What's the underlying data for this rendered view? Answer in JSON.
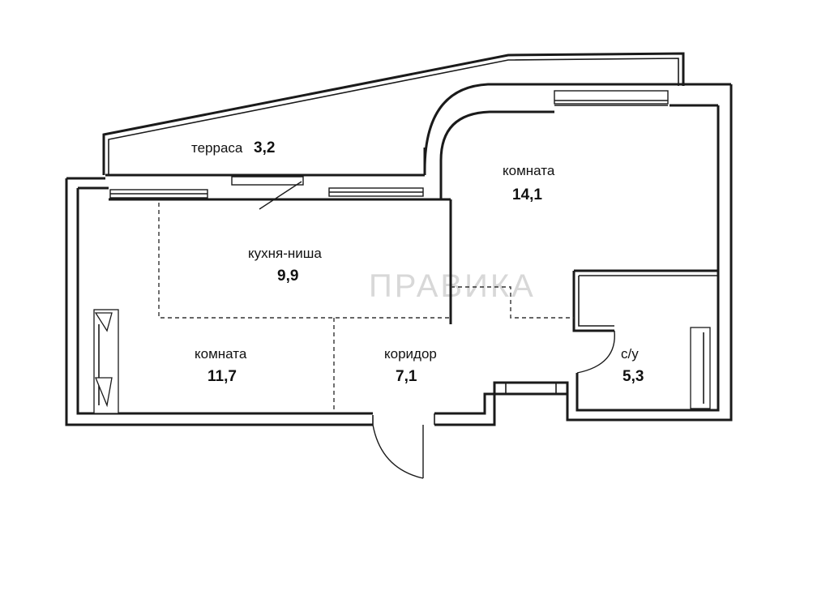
{
  "rooms": {
    "terrace": {
      "label": "терраса",
      "area": "3,2"
    },
    "room_right": {
      "label": "комната",
      "area": "14,1"
    },
    "kitchen": {
      "label": "кухня-ниша",
      "area": "9,9"
    },
    "room_left": {
      "label": "комната",
      "area": "11,7"
    },
    "corridor": {
      "label": "коридор",
      "area": "7,1"
    },
    "bathroom": {
      "label": "с/у",
      "area": "5,3"
    }
  },
  "watermark": {
    "text": "ПРАВИКА"
  }
}
